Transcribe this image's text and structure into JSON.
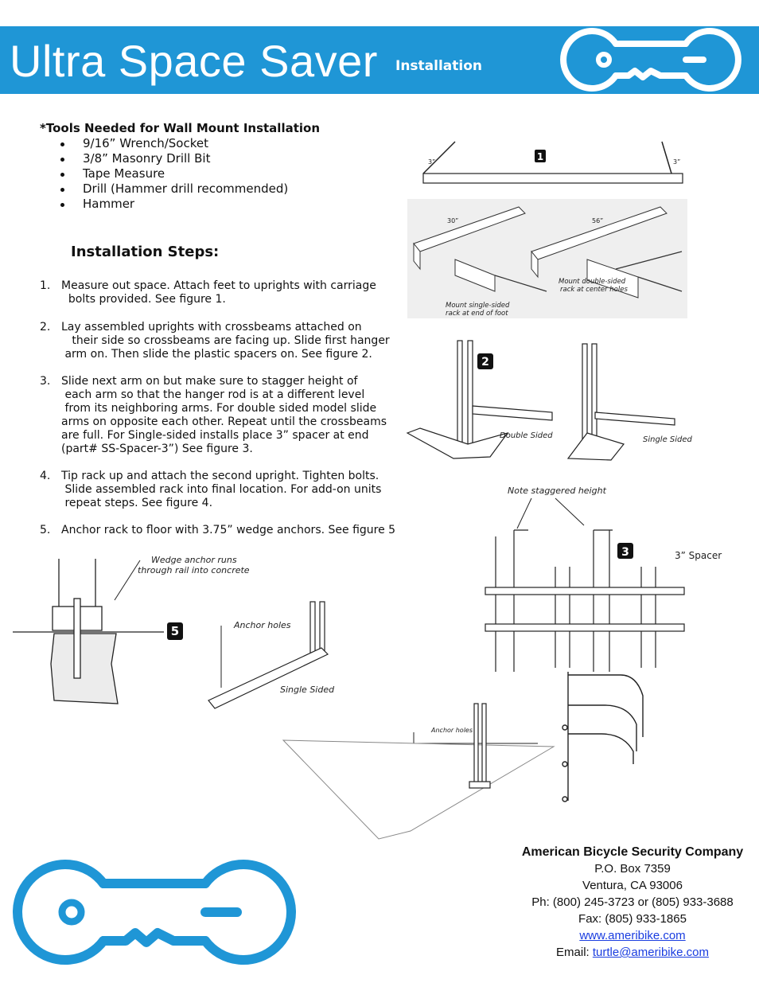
{
  "header": {
    "title": "Ultra Space Saver",
    "subtitle": "Installation",
    "brand_color": "#1f96d6",
    "logo_icon": "key-logo-icon"
  },
  "tools": {
    "heading": "*Tools Needed for Wall Mount Installation",
    "items": [
      "9/16” Wrench/Socket",
      "3/8” Masonry Drill Bit",
      "Tape Measure",
      "Drill (Hammer drill recommended)",
      "Hammer"
    ]
  },
  "steps": {
    "heading": "Installation Steps:",
    "items": [
      {
        "num": "1.",
        "text": "Measure out space. Attach feet to uprights with carriage\n  bolts provided. See figure 1."
      },
      {
        "num": "2.",
        "text": "Lay assembled uprights with crossbeams attached on\n   their side so crossbeams are facing up. Slide first hanger\n arm on. Then slide the plastic spacers on. See figure 2."
      },
      {
        "num": "3.",
        "text": "Slide next arm on but make sure to stagger height of\n each arm so that the hanger rod is at a different level\n from its neighboring arms. For double sided model slide\narms on opposite each other. Repeat until the crossbeams\nare full. For Single-sided installs place 3” spacer at end\n(part# SS-Spacer-3”) See figure 3."
      },
      {
        "num": "4.",
        "text": "Tip rack up and attach the second upright. Tighten bolts.\n Slide assembled rack into final location. For add-on units\n repeat steps. See figure 4."
      },
      {
        "num": "5.",
        "text": "Anchor rack to floor with 3.75” wedge anchors. See figure 5"
      }
    ]
  },
  "figures": {
    "fig1": {
      "badge": "1",
      "left_measure": "3”",
      "right_measure": "3”",
      "single_measure": "30”",
      "double_measure": "56”",
      "single_caption_1": "Mount single-sided",
      "single_caption_2": "rack at end of foot",
      "double_caption_1": "Mount double-sided",
      "double_caption_2": "rack at center holes"
    },
    "fig2": {
      "badge": "2",
      "double_label": "Double Sided",
      "single_label": "Single Sided"
    },
    "fig3": {
      "badge": "3",
      "note": "Note staggered height",
      "spacer_label": "3” Spacer"
    },
    "fig5": {
      "badge": "5",
      "wedge_note_1": "Wedge anchor runs",
      "wedge_note_2": "through rail into concrete",
      "anchor_label": "Anchor holes",
      "single_label": "Single Sided",
      "anchor_label_2": "Anchor holes"
    }
  },
  "company": {
    "name": "American Bicycle Security Company",
    "address_1": "P.O. Box 7359",
    "address_2": "Ventura, CA 93006",
    "phone": "Ph: (800) 245-3723 or (805) 933-3688",
    "fax": "Fax: (805) 933-1865",
    "website": "www.ameribike.com",
    "email_label": "Email: ",
    "email": "turtle@ameribike.com"
  }
}
